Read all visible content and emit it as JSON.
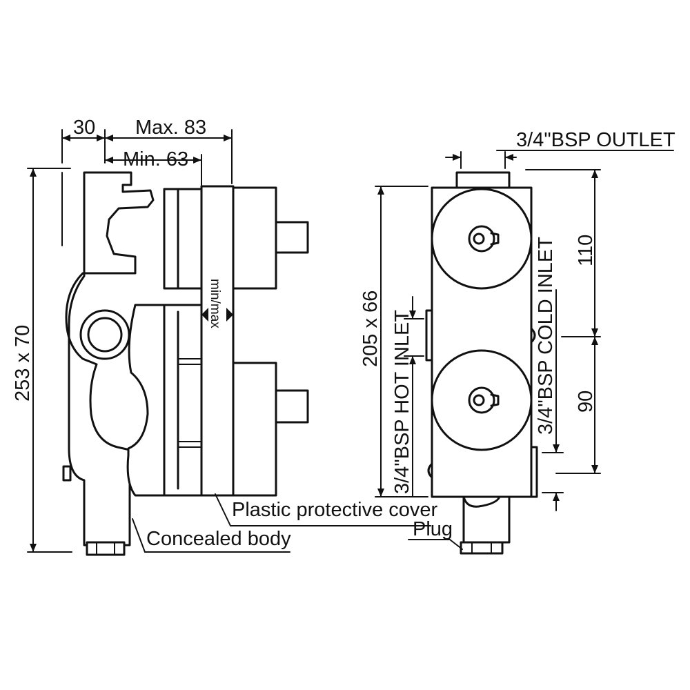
{
  "labels": {
    "dim_30": "30",
    "dim_max83": "Max. 83",
    "dim_min63": "Min. 63",
    "dim_253x70": "253 x 70",
    "minmax": "min/max",
    "plastic_cover": "Plastic protective cover",
    "concealed_body": "Concealed body",
    "outlet": "3/4\"BSP OUTLET",
    "dim_205x66": "205 x 66",
    "hot_inlet": "3/4\"BSP HOT INLET",
    "cold_inlet": "3/4\"BSP COLD INLET",
    "dim_110": "110",
    "dim_90": "90",
    "plug": "Plug"
  }
}
